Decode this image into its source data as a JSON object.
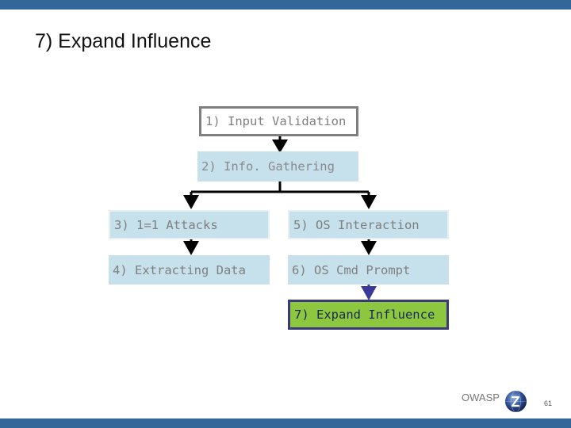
{
  "slide": {
    "title": "7) Expand Influence",
    "page_number": "61"
  },
  "footer": {
    "brand": "OWASP"
  },
  "flow": {
    "steps": [
      {
        "label": "1) Input Validation",
        "state": "done"
      },
      {
        "label": "2) Info. Gathering",
        "state": "done"
      },
      {
        "label": "3) 1=1 Attacks",
        "state": "done"
      },
      {
        "label": "4) Extracting Data",
        "state": "done"
      },
      {
        "label": "5) OS Interaction",
        "state": "done"
      },
      {
        "label": "6) OS Cmd Prompt",
        "state": "done"
      },
      {
        "label": "7) Expand Influence",
        "state": "current"
      }
    ]
  },
  "colors": {
    "bar": "#336699",
    "box_fill": "#c6e0ec",
    "box_text": "#7f7f7f",
    "box_border_step1": "#7f7f7f",
    "current_fill": "#8dc63f",
    "current_border": "#3a3a7a",
    "current_text": "#1b2a52",
    "arrow": "#000000",
    "arrow_current": "#3a3a9a"
  },
  "icons": {
    "logo": "owasp-globe-icon"
  }
}
